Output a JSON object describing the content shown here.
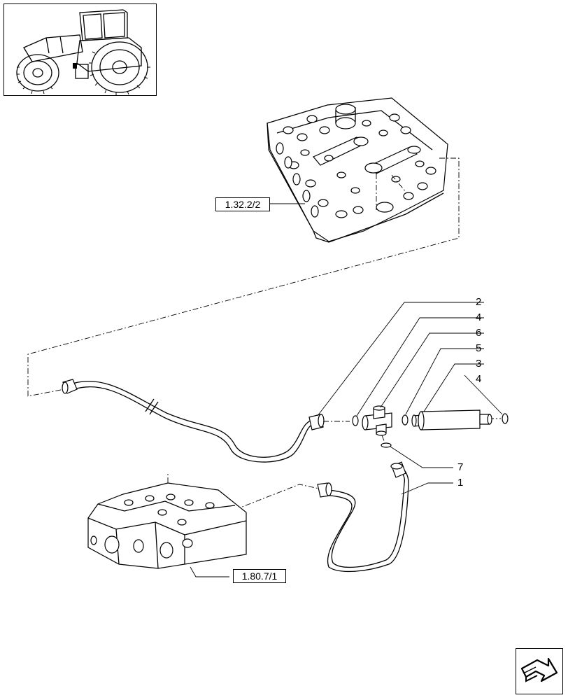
{
  "references": {
    "upper_assembly": "1.32.2/2",
    "lower_assembly": "1.80.7/1"
  },
  "callouts": {
    "c2": "2",
    "c4a": "4",
    "c6": "6",
    "c5": "5",
    "c3": "3",
    "c4b": "4",
    "c7": "7",
    "c1": "1"
  },
  "icons": {
    "thumbnail": "tractor-icon",
    "navigation": "next-page-arrow-icon"
  },
  "colors": {
    "line": "#000000",
    "background": "#ffffff"
  }
}
